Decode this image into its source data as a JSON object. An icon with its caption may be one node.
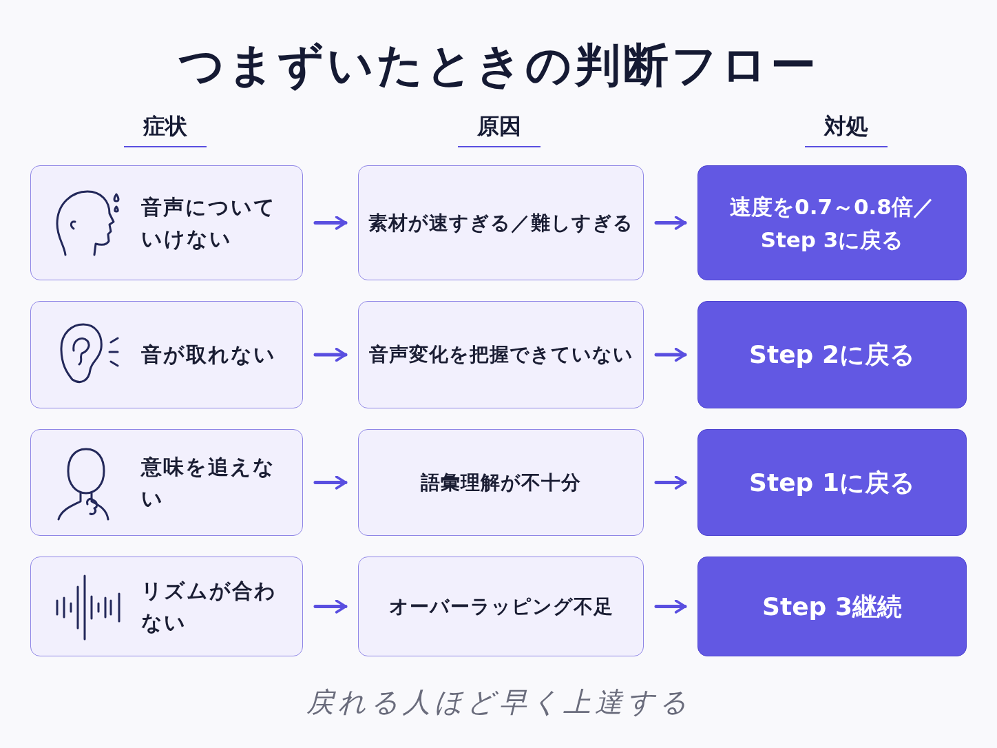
{
  "diagram": {
    "title": "つまずいたときの判断フロー",
    "caption": "戻れる人ほど早く上達する",
    "labels": [
      "症状",
      "原因",
      "対処"
    ],
    "nodes": [
      {
        "text": [
          "音声についていけない"
        ]
      },
      {
        "text": [
          "素材が速すぎる／難しすぎる"
        ]
      },
      {
        "text": [
          "速度を0.7～0.8倍／Step 3に戻る"
        ]
      },
      {
        "text": [
          "音が取れない"
        ]
      },
      {
        "text": [
          "音声変化を把握できていない"
        ]
      },
      {
        "text": [
          "Step 2に戻る"
        ]
      },
      {
        "text": [
          "意味を追えない"
        ]
      },
      {
        "text": [
          "語彙理解が不十分"
        ]
      },
      {
        "text": [
          "Step 1に戻る"
        ]
      },
      {
        "text": [
          "リズムが合わない"
        ]
      },
      {
        "text": [
          "オーバーラッピング不足"
        ]
      },
      {
        "text": [
          "Step 3継続"
        ]
      }
    ],
    "edges": [
      {
        "from": 0,
        "to": 1,
        "arrow": "to"
      },
      {
        "from": 1,
        "to": 2,
        "arrow": "to"
      },
      {
        "from": 3,
        "to": 4,
        "arrow": "to"
      },
      {
        "from": 4,
        "to": 5,
        "arrow": "to"
      },
      {
        "from": 6,
        "to": 7,
        "arrow": "to"
      },
      {
        "from": 7,
        "to": 8,
        "arrow": "to"
      },
      {
        "from": 9,
        "to": 10,
        "arrow": "to"
      },
      {
        "from": 10,
        "to": 11,
        "arrow": "to"
      }
    ]
  }
}
